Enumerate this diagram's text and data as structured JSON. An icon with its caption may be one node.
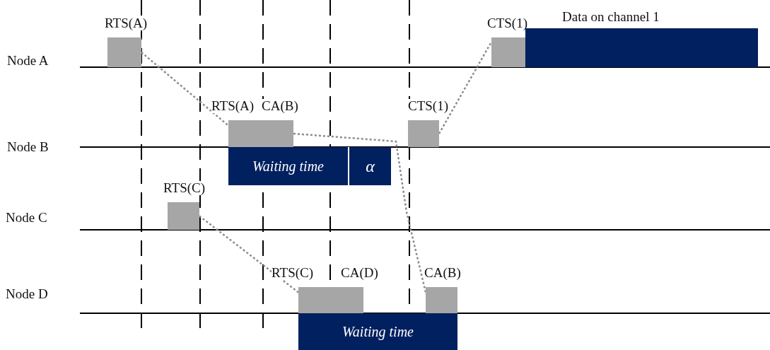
{
  "diagram": {
    "nodes": [
      {
        "text": [
          "RTS(A)"
        ]
      },
      {
        "text": [
          "CTS(1)"
        ]
      },
      {
        "text": [
          "Data on channel 1"
        ]
      },
      {
        "text": [
          "RTS(A)"
        ]
      },
      {
        "text": [
          "CA(B)"
        ]
      },
      {
        "text": [
          "CTS(1)"
        ]
      },
      {
        "text": [
          "Waiting time"
        ]
      },
      {
        "text": [
          "α"
        ]
      },
      {
        "text": [
          "RTS(C)"
        ]
      },
      {
        "text": [
          "RTS(C)"
        ]
      },
      {
        "text": [
          "CA(D)"
        ]
      },
      {
        "text": [
          "CA(B)"
        ]
      },
      {
        "text": [
          "Waiting time"
        ]
      }
    ],
    "edges": [
      {
        "from": 0,
        "to": 3,
        "arrow": "none"
      },
      {
        "from": 4,
        "to": 11,
        "arrow": "none"
      },
      {
        "from": 5,
        "to": 1,
        "arrow": "none"
      },
      {
        "from": 8,
        "to": 9,
        "arrow": "none"
      }
    ],
    "labels": [
      "Node A",
      "Node B",
      "Node C",
      "Node D"
    ]
  }
}
